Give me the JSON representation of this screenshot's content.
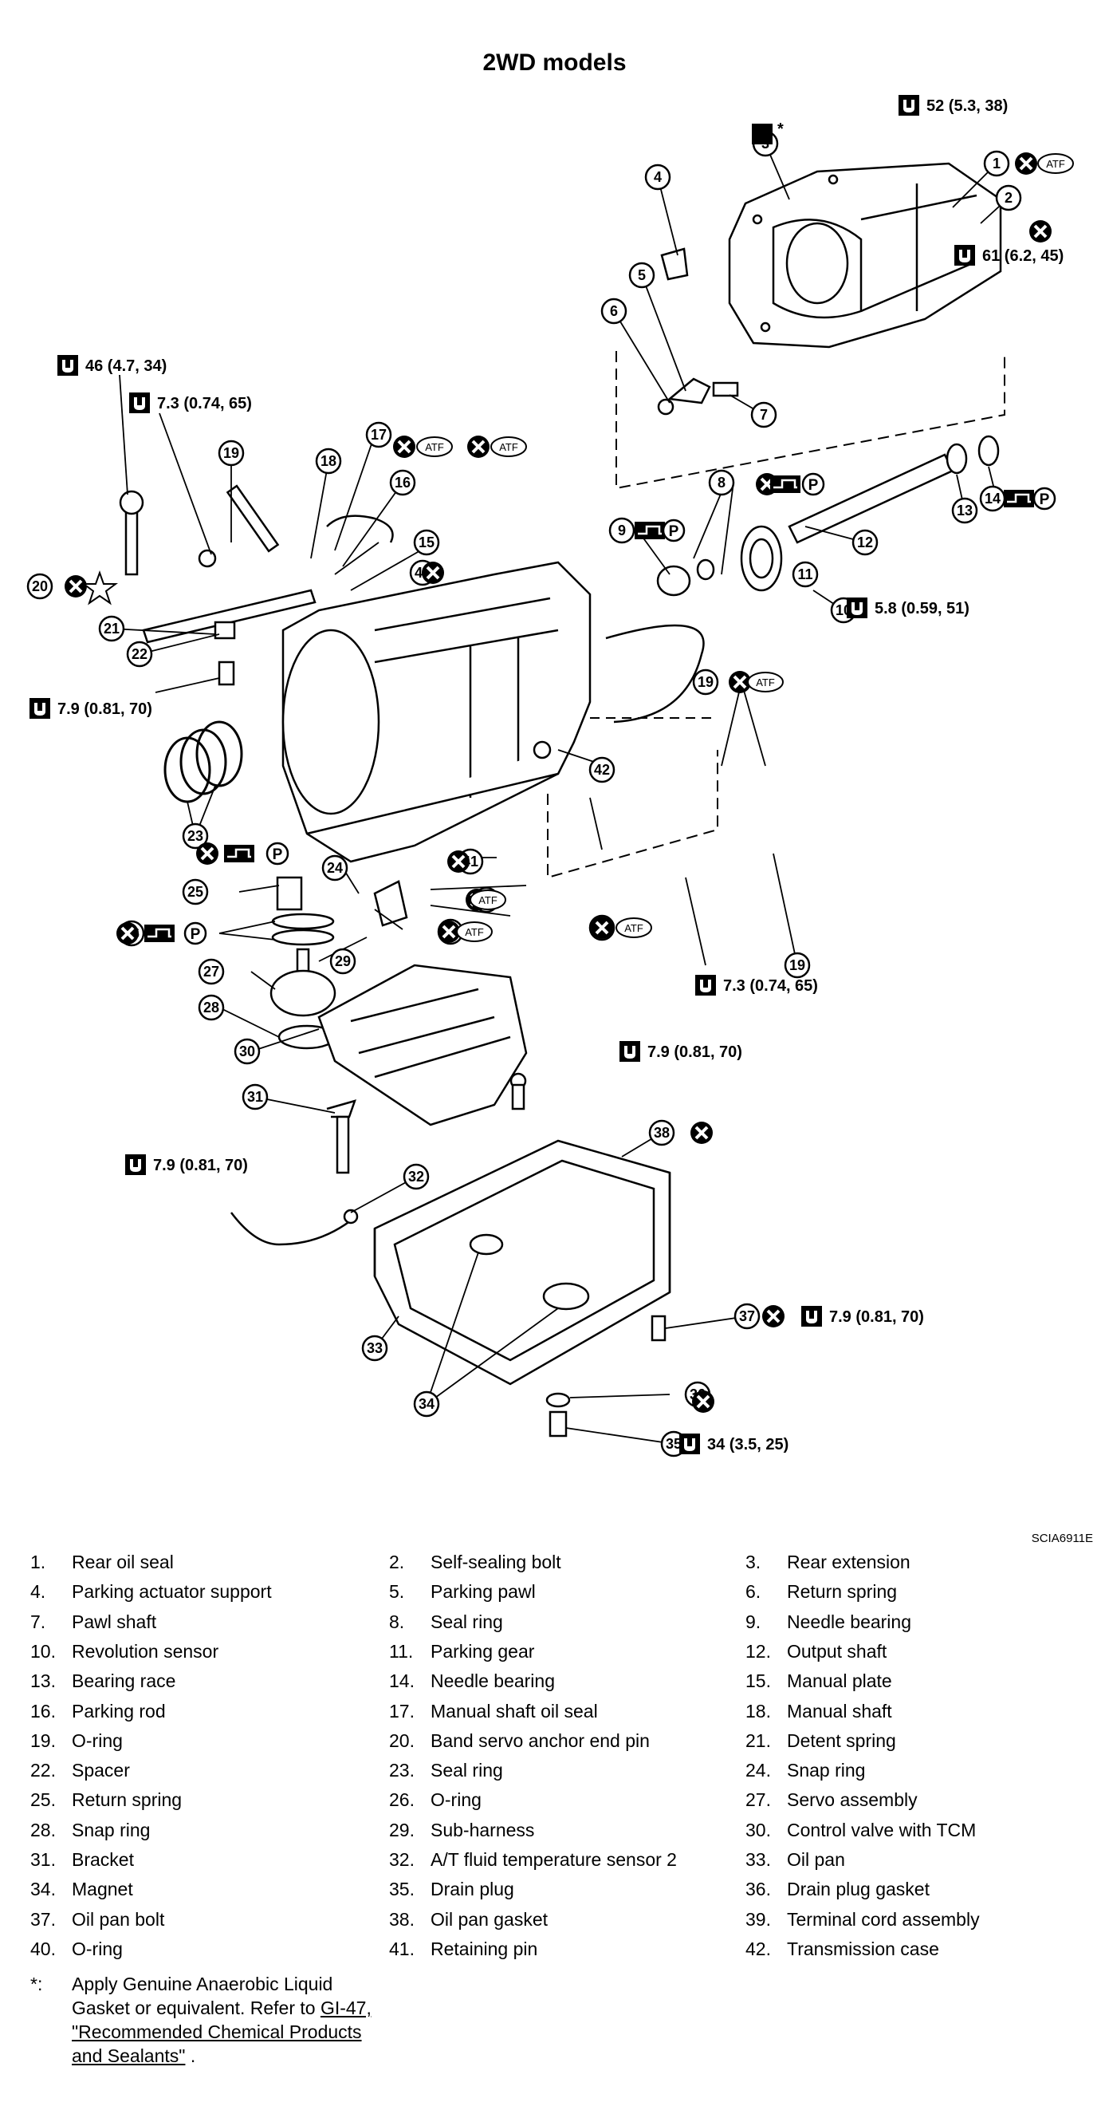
{
  "title": "2WD models",
  "figure_code": "SCIA6911E",
  "badges": {
    "atf": "ATF",
    "p": "P"
  },
  "torques": [
    {
      "id": "t52",
      "text": "52  (5.3,  38)"
    },
    {
      "id": "t61",
      "text": "61 (6.2, 45)"
    },
    {
      "id": "t46",
      "text": "46  (4.7,  34)"
    },
    {
      "id": "t73a",
      "text": "7.3  (0.74,  65)"
    },
    {
      "id": "t58",
      "text": "5.8  (0.59,  51)"
    },
    {
      "id": "t79a",
      "text": "7.9  (0.81,  70)"
    },
    {
      "id": "t73b",
      "text": "7.3  (0.74,  65)"
    },
    {
      "id": "t79b",
      "text": "7.9  (0.81,  70)"
    },
    {
      "id": "t79c",
      "text": "7.9  (0.81,  70)"
    },
    {
      "id": "t79d",
      "text": "7.9  (0.81,  70)"
    },
    {
      "id": "t34",
      "text": "34  (3.5,  25)"
    }
  ],
  "callouts": [
    "1",
    "2",
    "3",
    "4",
    "5",
    "6",
    "7",
    "8",
    "9",
    "10",
    "11",
    "12",
    "13",
    "14",
    "15",
    "16",
    "17",
    "18",
    "19",
    "20",
    "21",
    "22",
    "23",
    "24",
    "25",
    "26",
    "27",
    "28",
    "29",
    "30",
    "31",
    "32",
    "33",
    "34",
    "35",
    "36",
    "37",
    "38",
    "39",
    "40",
    "41",
    "42",
    "17",
    "19",
    "41",
    "19"
  ],
  "asterisk": "*",
  "legend": [
    {
      "num": "1.",
      "name": "Rear oil seal"
    },
    {
      "num": "2.",
      "name": "Self-sealing bolt"
    },
    {
      "num": "3.",
      "name": "Rear extension"
    },
    {
      "num": "4.",
      "name": "Parking actuator support"
    },
    {
      "num": "5.",
      "name": "Parking pawl"
    },
    {
      "num": "6.",
      "name": "Return spring"
    },
    {
      "num": "7.",
      "name": "Pawl shaft"
    },
    {
      "num": "8.",
      "name": "Seal ring"
    },
    {
      "num": "9.",
      "name": "Needle bearing"
    },
    {
      "num": "10.",
      "name": "Revolution sensor"
    },
    {
      "num": "11.",
      "name": "Parking gear"
    },
    {
      "num": "12.",
      "name": "Output shaft"
    },
    {
      "num": "13.",
      "name": "Bearing race"
    },
    {
      "num": "14.",
      "name": "Needle bearing"
    },
    {
      "num": "15.",
      "name": "Manual plate"
    },
    {
      "num": "16.",
      "name": "Parking rod"
    },
    {
      "num": "17.",
      "name": "Manual shaft oil seal"
    },
    {
      "num": "18.",
      "name": "Manual shaft"
    },
    {
      "num": "19.",
      "name": "O-ring"
    },
    {
      "num": "20.",
      "name": "Band servo anchor end pin"
    },
    {
      "num": "21.",
      "name": "Detent spring"
    },
    {
      "num": "22.",
      "name": "Spacer"
    },
    {
      "num": "23.",
      "name": "Seal ring"
    },
    {
      "num": "24.",
      "name": "Snap ring"
    },
    {
      "num": "25.",
      "name": "Return spring"
    },
    {
      "num": "26.",
      "name": "O-ring"
    },
    {
      "num": "27.",
      "name": "Servo assembly"
    },
    {
      "num": "28.",
      "name": "Snap ring"
    },
    {
      "num": "29.",
      "name": "Sub-harness"
    },
    {
      "num": "30.",
      "name": "Control valve with TCM"
    },
    {
      "num": "31.",
      "name": "Bracket"
    },
    {
      "num": "32.",
      "name": "A/T fluid temperature sensor 2"
    },
    {
      "num": "33.",
      "name": "Oil pan"
    },
    {
      "num": "34.",
      "name": "Magnet"
    },
    {
      "num": "35.",
      "name": "Drain plug"
    },
    {
      "num": "36.",
      "name": "Drain plug gasket"
    },
    {
      "num": "37.",
      "name": "Oil pan bolt"
    },
    {
      "num": "38.",
      "name": "Oil pan gasket"
    },
    {
      "num": "39.",
      "name": "Terminal cord assembly"
    },
    {
      "num": "40.",
      "name": "O-ring"
    },
    {
      "num": "41.",
      "name": "Retaining pin"
    },
    {
      "num": "42.",
      "name": "Transmission case"
    }
  ],
  "note": {
    "mark": "*:",
    "text": "Apply Genuine Anaerobic Liquid Gasket or equivalent. Refer to ",
    "link": "GI-47, \"Recommended Chemical Products and Sealants\"",
    "suffix": " ."
  }
}
